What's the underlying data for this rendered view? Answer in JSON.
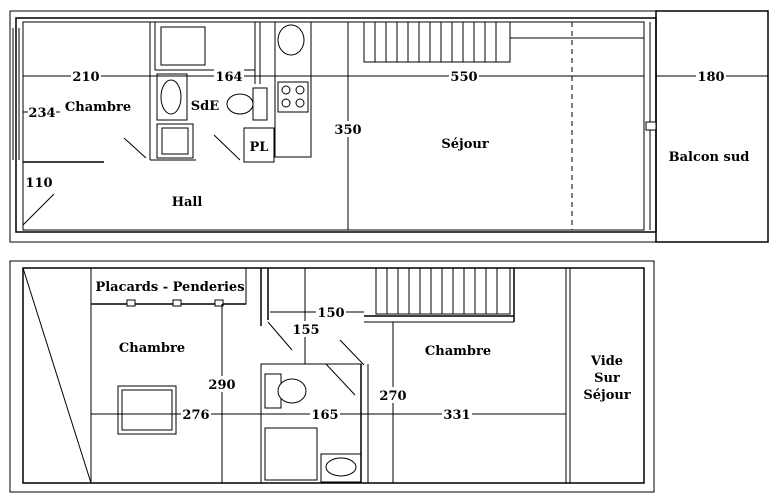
{
  "upper_floor": {
    "rooms": {
      "chambre": "Chambre",
      "sde": "SdE",
      "pl": "PL",
      "sejour": "Séjour",
      "hall": "Hall",
      "balcon": "Balcon sud"
    },
    "dimensions": {
      "d210": "210",
      "d164": "164",
      "d550": "550",
      "d180": "180",
      "d234": "234",
      "d350": "350",
      "d110": "110"
    }
  },
  "lower_floor": {
    "rooms": {
      "placards": "Placards - Penderies",
      "chambre_left": "Chambre",
      "chambre_right": "Chambre",
      "vide_line1": "Vide",
      "vide_line2": "Sur",
      "vide_line3": "Séjour"
    },
    "dimensions": {
      "d150": "150",
      "d155": "155",
      "d290": "290",
      "d276": "276",
      "d165": "165",
      "d270": "270",
      "d331": "331"
    }
  }
}
